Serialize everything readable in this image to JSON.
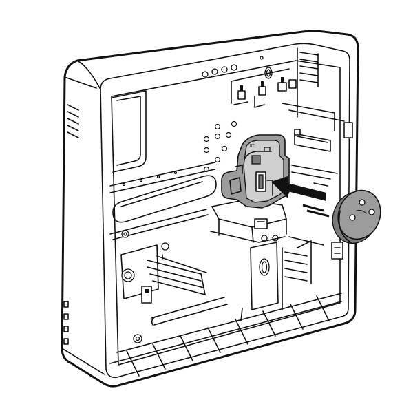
{
  "figure": {
    "part_marking": "BT",
    "colors": {
      "outline": "#111111",
      "housing_fill": "#ffffff",
      "highlight_part": "#9c9c9c",
      "battery": "#7a7a7a"
    },
    "icons": [
      "housing-back-plate",
      "battery-holder",
      "coin-battery",
      "insert-arrow"
    ]
  }
}
